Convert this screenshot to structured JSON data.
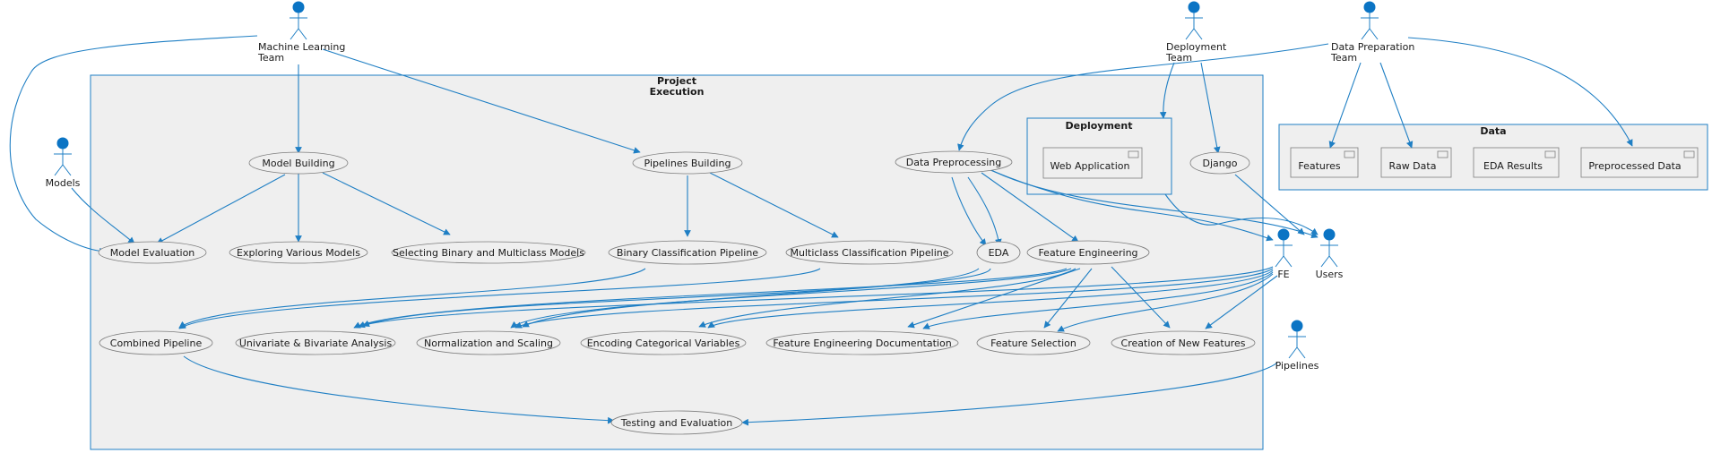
{
  "diagram": {
    "actors": {
      "ml_team": [
        "Machine Learning",
        "Team"
      ],
      "models": [
        "Models"
      ],
      "deploy_team": [
        "Deployment",
        "Team"
      ],
      "data_team": [
        "Data Preparation",
        "Team"
      ],
      "fe": [
        "FE"
      ],
      "users": [
        "Users"
      ],
      "pipelines": [
        "Pipelines"
      ]
    },
    "frames": {
      "project": [
        "Project",
        "Execution"
      ],
      "deployment": [
        "Deployment"
      ],
      "data": [
        "Data"
      ]
    },
    "use_cases": {
      "model_building": "Model Building",
      "pipelines_building": "Pipelines Building",
      "data_preprocessing": "Data Preprocessing",
      "django": "Django",
      "model_evaluation": "Model Evaluation",
      "exploring_models": "Exploring Various Models",
      "selecting_models": "Selecting Binary and Multiclass Models",
      "binary_pipeline": "Binary Classification Pipeline",
      "multiclass_pipeline": "Multiclass Classification Pipeline",
      "eda": "EDA",
      "feature_engineering": "Feature Engineering",
      "combined_pipeline": "Combined Pipeline",
      "univariate": "Univariate & Bivariate Analysis",
      "normalization": "Normalization and Scaling",
      "encoding": "Encoding Categorical Variables",
      "fe_documentation": "Feature Engineering Documentation",
      "feature_selection": "Feature Selection",
      "new_features": "Creation of New Features",
      "testing": "Testing and Evaluation"
    },
    "components": {
      "web_application": "Web Application",
      "features": "Features",
      "raw_data": "Raw Data",
      "eda_results": "EDA Results",
      "preprocessed_data": "Preprocessed Data"
    },
    "colors": {
      "edge": "#1f7fc4",
      "actor": "#0b74c4",
      "frame_fill": "#efefef"
    }
  }
}
